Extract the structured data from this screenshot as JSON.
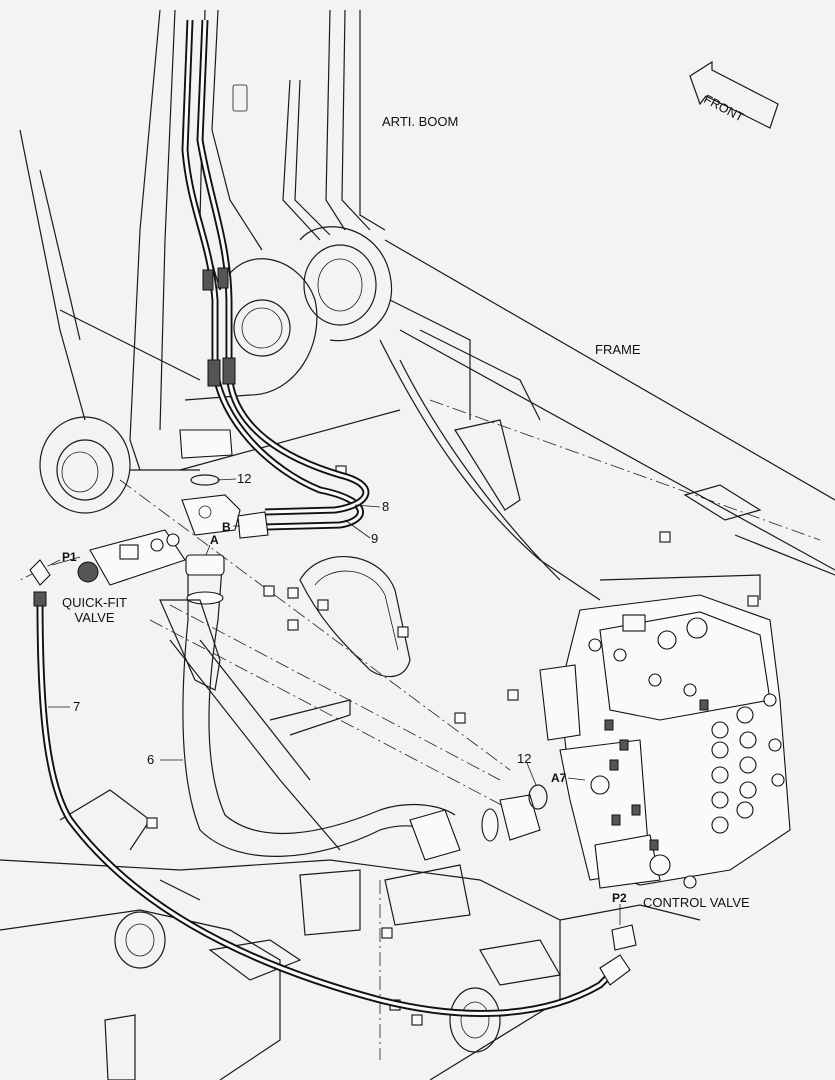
{
  "diagram": {
    "title": "",
    "orientation_label": "FRONT",
    "labels": {
      "arti_boom": "ARTI. BOOM",
      "frame": "FRAME",
      "control_valve": "CONTROL VALVE",
      "quick_fit_valve": "QUICK-FIT\nVALVE"
    },
    "ports": {
      "p1": "P1",
      "p2": "P2",
      "a": "A",
      "b": "B",
      "a7": "A7"
    },
    "callouts": {
      "oring_top": "12",
      "oring_right": "12",
      "hose_8": "8",
      "hose_9": "9",
      "hose_7": "7",
      "hose_6": "6"
    }
  }
}
